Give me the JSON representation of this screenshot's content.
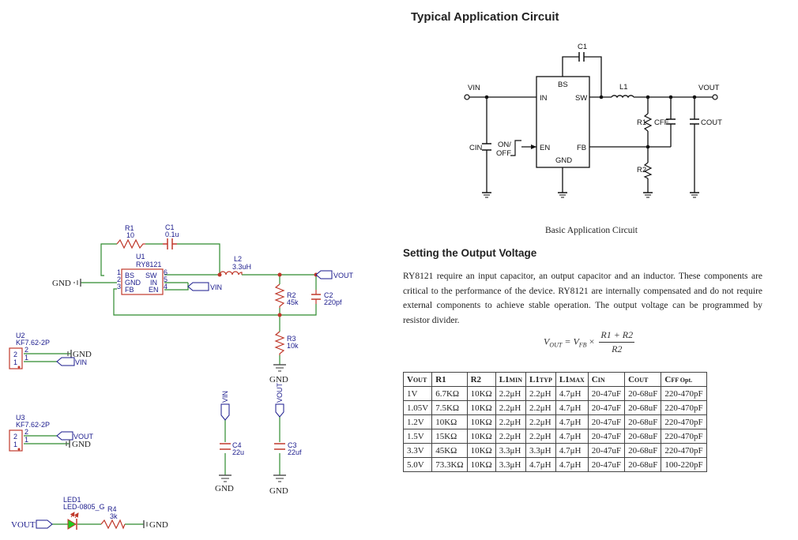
{
  "schematic": {
    "r1_ref": "R1",
    "r1_val": "10",
    "c1_ref": "C1",
    "c1_val": "0.1u",
    "u1_ref": "U1",
    "u1_part": "RY8121",
    "u1_pins": {
      "p1": "1",
      "p2": "2",
      "p3": "3",
      "p6": "6",
      "p5": "5",
      "p4": "4"
    },
    "u1_pin_names": {
      "bs": "BS",
      "gnd": "GND",
      "fb": "FB",
      "sw": "SW",
      "in": "IN",
      "en": "EN"
    },
    "l2_ref": "L2",
    "l2_val": "3.3uH",
    "r2_ref": "R2",
    "r2_val": "45k",
    "c2_ref": "C2",
    "c2_val": "220pf",
    "r3_ref": "R3",
    "r3_val": "10k",
    "u2_ref": "U2",
    "u2_part": "KF7.62-2P",
    "u3_ref": "U3",
    "u3_part": "KF7.62-2P",
    "c4_ref": "C4",
    "c4_val": "22u",
    "c3_ref": "C3",
    "c3_val": "22uf",
    "led_ref": "LED1",
    "led_part": "LED-0805_G",
    "r4_ref": "R4",
    "r4_val": "3k",
    "pin2": "2",
    "pin1": "1",
    "net_gnd": "GND",
    "net_vin": "VIN",
    "net_vout": "VOUT"
  },
  "typical": {
    "title": "Typical Application Circuit",
    "c1": "C1",
    "l1": "L1",
    "r1": "R1",
    "r2": "R2",
    "vin": "VIN",
    "vout": "VOUT",
    "cin": "CIN",
    "cout": "COUT",
    "cff": "CFF",
    "ic_bs": "BS",
    "ic_in": "IN",
    "ic_sw": "SW",
    "ic_en": "EN",
    "ic_fb": "FB",
    "ic_gnd": "GND",
    "onoff_on": "ON/",
    "onoff_off": "OFF",
    "caption": "Basic Application Circuit"
  },
  "setting": {
    "title": "Setting the Output Voltage",
    "paragraph": "RY8121 require an input capacitor, an output capacitor and an inductor. These components are critical to the performance of the device. RY8121 are internally compensated and do not require external components to achieve stable operation. The output voltage can be programmed by resistor divider.",
    "formula_lhs": "V",
    "formula_lhs_sub": "OUT",
    "formula_eq": " = V",
    "formula_fb_sub": "FB",
    "formula_times": " × ",
    "formula_num": "R1 + R2",
    "formula_den": "R2"
  },
  "table": {
    "headers": [
      {
        "main": "V",
        "sub": "OUT"
      },
      {
        "main": "R1",
        "sub": ""
      },
      {
        "main": "R2",
        "sub": ""
      },
      {
        "main": "L1",
        "sub": "MIN"
      },
      {
        "main": "L1",
        "sub": "TYP"
      },
      {
        "main": "L1",
        "sub": "MAX"
      },
      {
        "main": "C",
        "sub": "IN"
      },
      {
        "main": "C",
        "sub": "OUT"
      },
      {
        "main": "C",
        "sub": "FF Opt."
      }
    ],
    "rows": [
      [
        "1V",
        "6.7KΩ",
        "10KΩ",
        "2.2μH",
        "2.2μH",
        "4.7μH",
        "20-47uF",
        "20-68uF",
        "220-470pF"
      ],
      [
        "1.05V",
        "7.5KΩ",
        "10KΩ",
        "2.2μH",
        "2.2μH",
        "4.7μH",
        "20-47uF",
        "20-68uF",
        "220-470pF"
      ],
      [
        "1.2V",
        "10KΩ",
        "10KΩ",
        "2.2μH",
        "2.2μH",
        "4.7μH",
        "20-47uF",
        "20-68uF",
        "220-470pF"
      ],
      [
        "1.5V",
        "15KΩ",
        "10KΩ",
        "2.2μH",
        "2.2μH",
        "4.7μH",
        "20-47uF",
        "20-68uF",
        "220-470pF"
      ],
      [
        "3.3V",
        "45KΩ",
        "10KΩ",
        "3.3μH",
        "3.3μH",
        "4.7μH",
        "20-47uF",
        "20-68uF",
        "220-470pF"
      ],
      [
        "5.0V",
        "73.3KΩ",
        "10KΩ",
        "3.3μH",
        "4.7μH",
        "4.7μH",
        "20-47uF",
        "20-68uF",
        "100-220pF"
      ]
    ]
  },
  "colors": {
    "wire": "#2e8b2e",
    "part": "#c0392b",
    "label": "#1a1a8c",
    "net": "#1a1a8c",
    "gnd": "#555555",
    "led_fill": "#22cc22"
  }
}
